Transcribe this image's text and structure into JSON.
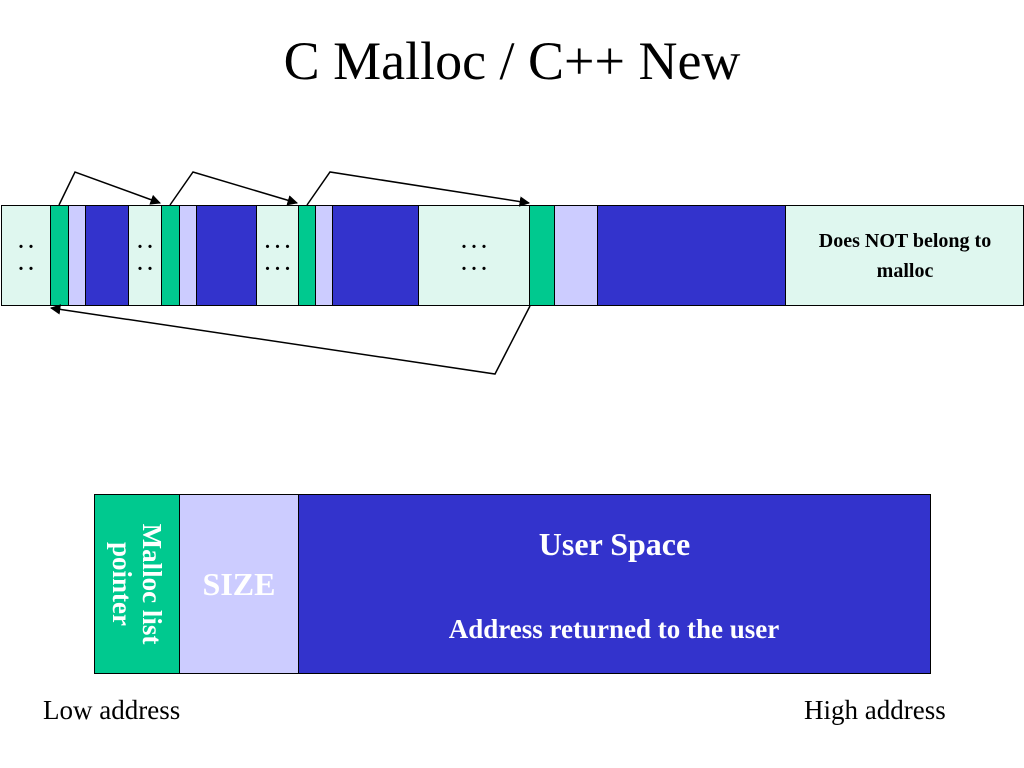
{
  "title": "C Malloc / C++ New",
  "memory_strip": {
    "dots_2": ". .\n. .",
    "dots_3": ". . .\n. . .",
    "not_malloc_label": "Does NOT belong to malloc"
  },
  "block_layout": {
    "malloc_pointer_label": "Malloc list pointer",
    "size_label": "SIZE",
    "user_space_label": "User Space",
    "address_returned_label": "Address returned to the user",
    "low_address_label": "Low address",
    "high_address_label": "High address"
  },
  "colors": {
    "free_space": "#dff7ef",
    "pointer_field": "#00c98f",
    "size_field": "#ccccff",
    "user_space": "#3333cc",
    "outline": "#000000"
  }
}
